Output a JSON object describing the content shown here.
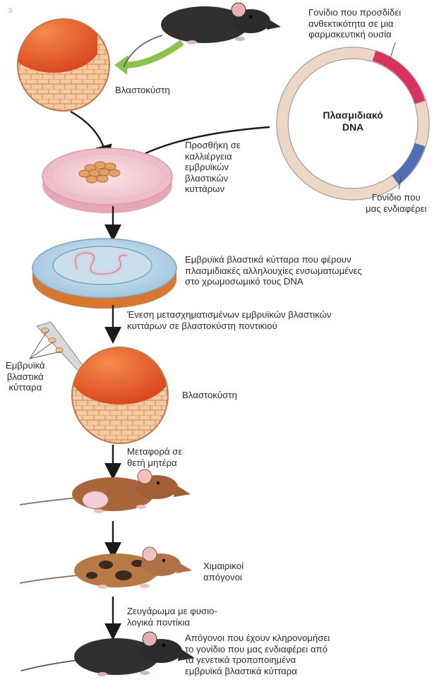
{
  "page_number": "3",
  "labels": {
    "blastocyst_top": "Βλαστοκύστη",
    "resistance_gene": "Γονίδιο που προσδίδει\nανθεκτικότητα σε μια\nφαρμακευτική ουσία",
    "plasmid": "Πλασμιδιακό\nDNA",
    "gene_of_interest": "Γονίδιο που\nμας ενδιαφέρει",
    "culture_addition": "Προσθήκη σε\nκαλλιέργεια\nεμβρυϊκών\nβλαστικών\nκυττάρων",
    "stem_cells_integrated": "Εμβρυϊκά βλαστικά κύτταρα που φέρουν\nπλασμιδιακές αλληλουχίες ενσωματωμένες\nστο χρωμοσωμικό τους DNA",
    "injection": "Ένεση μετασχηματισμένων εμβρυϊκών βλαστικών\nκυττάρων σε βλαστοκύστη ποντικιού",
    "embryonic_cells": "Εμβρυϊκά\nβλαστικά\nκύτταρα",
    "blastocyst_mid": "Βλαστοκύστη",
    "transfer": "Μεταφορά σε\nθετή μητέρα",
    "chimeric": "Χιμαιρικοί\nαπόγονοι",
    "mating": "Ζευγάρωμα με φυσιο-\nλογικά ποντίκια",
    "offspring": "Απόγονοι που έχουν κληρονομήσει\nτο γονίδιο που μας ενδιαφέρει από\nτα γενετικά τροποποιημένα\nεμβρυϊκά βλαστικά κύτταρα"
  },
  "colors": {
    "blastocyst_cavity": "#e2572a",
    "blastocyst_cells": "#f5c89e",
    "plasmid_ring": "#ecd6c6",
    "resistance_gene": "#d8335f",
    "gene_of_interest": "#4f6fb5",
    "arrow": "#1a1a1a",
    "green_arrow": "#8bc34a",
    "black_mouse": "#333333",
    "brown_mouse": "#a8663a",
    "dish": "#f1c3cc"
  }
}
